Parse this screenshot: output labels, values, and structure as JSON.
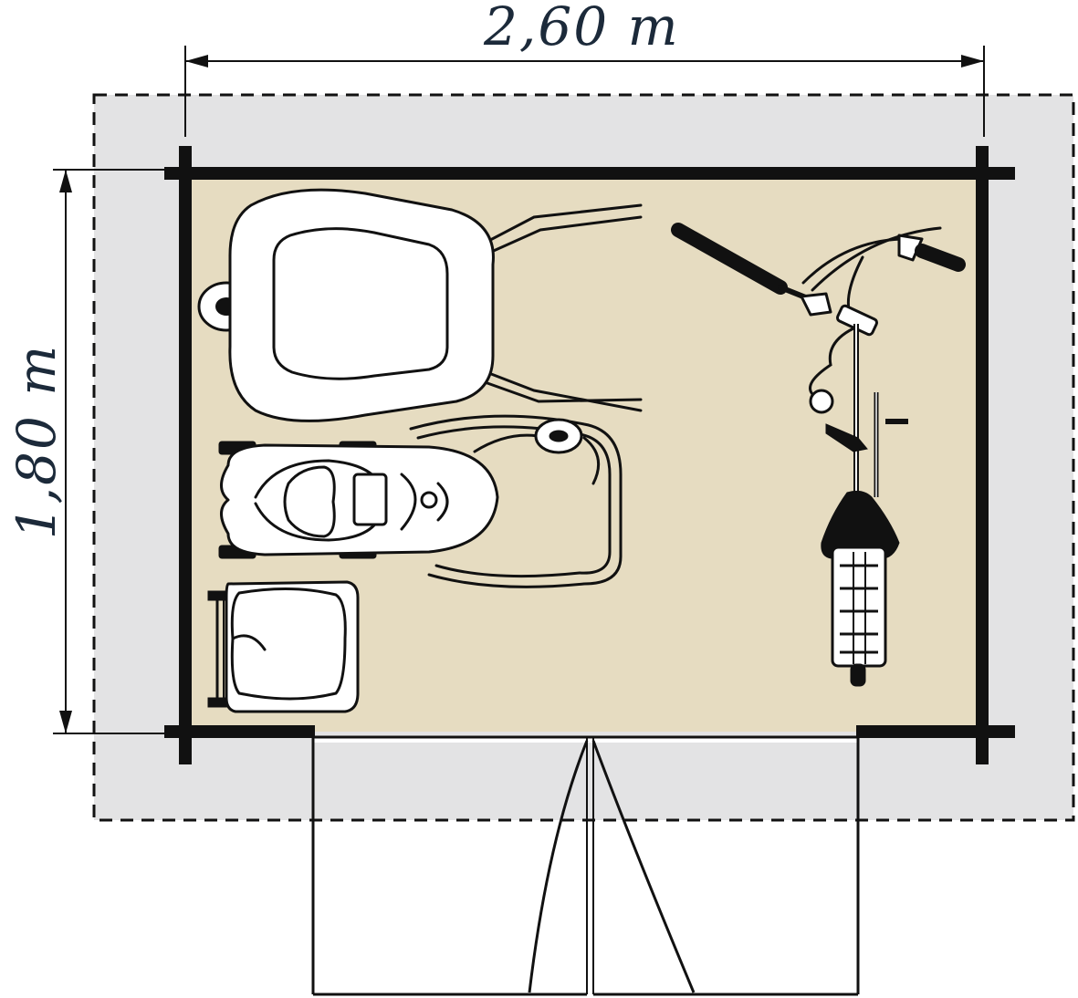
{
  "dimensions": {
    "width_label": "2,60 m",
    "depth_label": "1,80 m"
  },
  "items": [
    "wheelbarrow",
    "lawn-mower",
    "bicycle",
    "grass-catcher"
  ],
  "colors": {
    "floor": "#e6dcc1",
    "overhang": "#e3e3e4",
    "wall": "#111111"
  }
}
